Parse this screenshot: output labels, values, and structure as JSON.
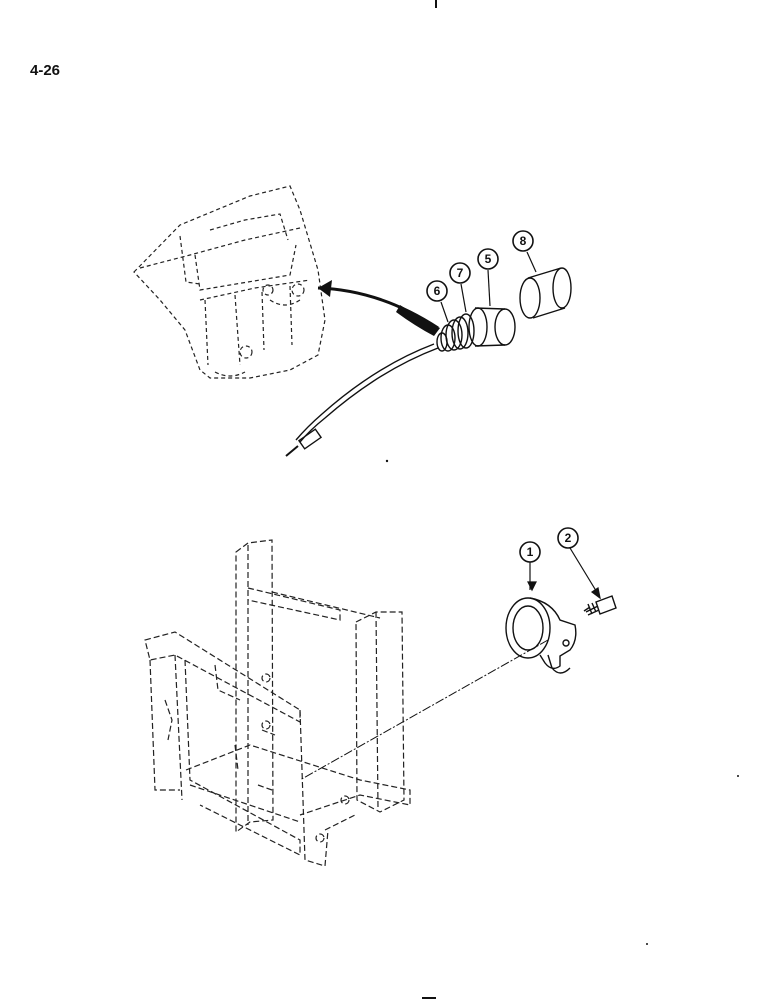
{
  "page": {
    "number": "4-26"
  },
  "dashboard_assembly": {
    "callouts": [
      "6",
      "7",
      "5",
      "8"
    ]
  },
  "horn_assembly": {
    "callouts": [
      "1",
      "2"
    ]
  },
  "colors": {
    "ink": "#111111",
    "paper": "#ffffff"
  }
}
